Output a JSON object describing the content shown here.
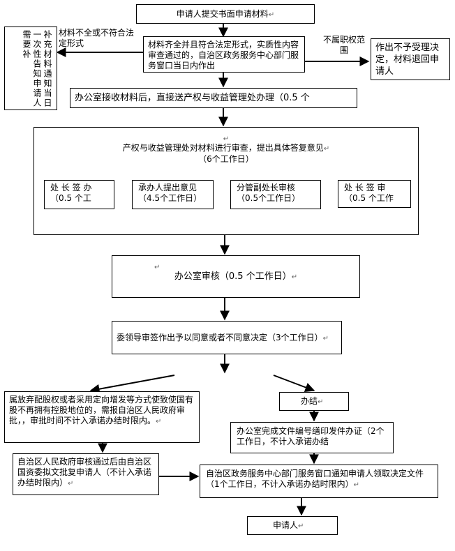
{
  "mark": "↵",
  "boxes": {
    "submit": "申请人提交书面申请材料",
    "accept": "材料齐全并且符合法定形式，实质性内容审查通过的，自治区政务服务中心部门服务窗口当日内作出",
    "supplement": "补充材料通知当日一次性告知申请人需要补",
    "reject": "作出不予受理决定，材料退回申请人",
    "office_receive": "办公室接收材料后，直接送产权与收益管理处办理（0.5 个",
    "review_main_line1": "产权与收益管理处对材料进行审查，提出具体答复意见",
    "review_main_line2": "（6个工作日）",
    "sub1": "处 长 签 办 （0.5 个工",
    "sub2": "承办人提出意见（4.5个工作日）",
    "sub3": "分管副处长审核（0.5个工作日）",
    "sub4": "处 长 签 审 （0.5 个工作",
    "office_review": "办公室审核（0.5 个工作日）",
    "leader_sign": "委领导审签作出予以同意或者不同意决定（3个工作日）",
    "abandon": "属放弃配股权或者采用定向增发等方式使致使国有股不再拥有控股地位的，需报自治区人民政府审批，，审批时间不计入承诺办结时限内。",
    "done": "办结",
    "doc_number": "办公室完成文件编号缮印发件办证（2个工作日，不计入承诺办结",
    "gov_approve": "自治区人民政府审核通过后由自治区国资委拟文批复申请人（不计入承诺办结时限内）",
    "notify": "自治区政务服务中心部门服务窗口通知申请人领取决定文件（1个工作日，不计入承诺办结时限内）",
    "applicant": "申请人"
  },
  "labels": {
    "incomplete": "材料不全或不符合法定形式",
    "out_of_scope": "不属职权范围"
  }
}
